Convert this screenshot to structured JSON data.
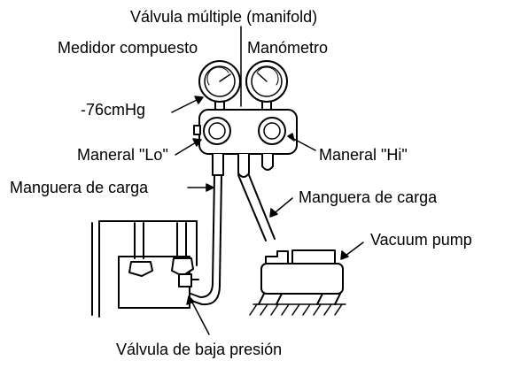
{
  "labels": {
    "manifold": "Válvula múltiple (manifold)",
    "compound_gauge": "Medidor compuesto",
    "pressure_gauge": "Manómetro",
    "vacuum_reading": "-76cmHg",
    "lo_handle": "Maneral \"Lo\"",
    "hi_handle": "Maneral \"Hi\"",
    "charge_hose_left": "Manguera de carga",
    "charge_hose_right": "Manguera de carga",
    "vacuum_pump": "Vacuum pump",
    "low_pressure_valve": "Válvula de baja presión"
  }
}
